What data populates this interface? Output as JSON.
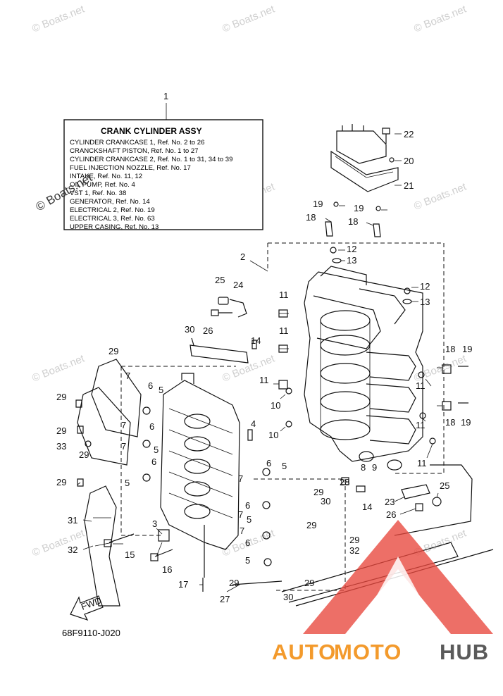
{
  "watermark": {
    "text": "© Boats.net"
  },
  "assy_box": {
    "callout": "1",
    "title": "CRANK CYLINDER ASSY",
    "lines": [
      "CYLINDER CRANKCASE 1,  Ref. No. 2 to 26",
      "CRANCKSHAFT PISTON,  Ref. No. 1 to 27",
      "CYLINDER CRANKCASE 2,  Ref. No. 1 to 31, 34 to 39",
      "FUEL INJECTION NOZZLE,  Ref. No. 17",
      "INTAKE,  Ref. No. 11, 12",
      "OIL PUMP,  Ref. No. 4",
      "VST 1,  Ref. No. 38",
      "GENERATOR,  Ref. No. 14",
      "ELECTRICAL 2,  Ref. No. 19",
      "ELECTRICAL 3,  Ref. No. 63",
      "UPPER CASING,  Ref. No. 13"
    ]
  },
  "fwd_label": "FWD",
  "diagram_code": "68F9110-J020",
  "brand": {
    "part1": "AUTO",
    "part2": "MOTO",
    "part3": "HUB",
    "color_orange": "#f39a2c",
    "color_gray": "#5a5a5a",
    "color_red": "#e8463c"
  },
  "callouts": [
    "22",
    "20",
    "21",
    "19",
    "19",
    "18",
    "18",
    "12",
    "13",
    "12",
    "13",
    "2",
    "25",
    "24",
    "26",
    "11",
    "11",
    "11",
    "30",
    "14",
    "10",
    "10",
    "29",
    "29",
    "29",
    "29",
    "29",
    "33",
    "6",
    "6",
    "6",
    "5",
    "5",
    "5",
    "7",
    "7",
    "7",
    "7",
    "4",
    "3",
    "15",
    "16",
    "17",
    "31",
    "32",
    "18",
    "19",
    "18",
    "19",
    "11",
    "11",
    "11",
    "8",
    "9",
    "25",
    "23",
    "26",
    "14",
    "28",
    "30",
    "29",
    "29",
    "29",
    "32",
    "29",
    "30",
    "27",
    "5",
    "6",
    "7",
    "5",
    "6",
    "7",
    "5",
    "6"
  ]
}
